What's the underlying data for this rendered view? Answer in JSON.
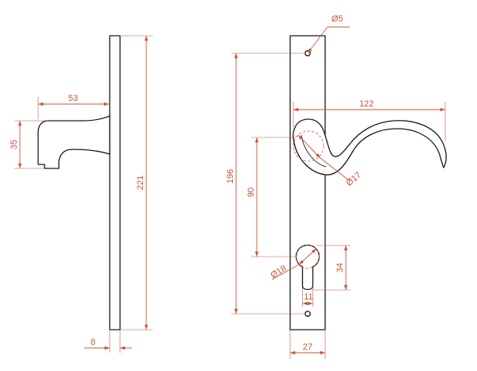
{
  "colors": {
    "outline": "#1a1a1a",
    "dimension": "#c8553a",
    "background": "#ffffff"
  },
  "dimensions": {
    "side_width": "8",
    "side_height": "221",
    "lever_projection": "53",
    "lever_depth": "35",
    "plate_width": "27",
    "hole_spacing": "196",
    "screw_hole_diameter": "Ø5",
    "lever_length": "122",
    "rose_diameter": "Ø17",
    "lever_to_cylinder": "90",
    "cylinder_diameter": "Ø18",
    "cylinder_height": "34",
    "cylinder_width": "11"
  }
}
